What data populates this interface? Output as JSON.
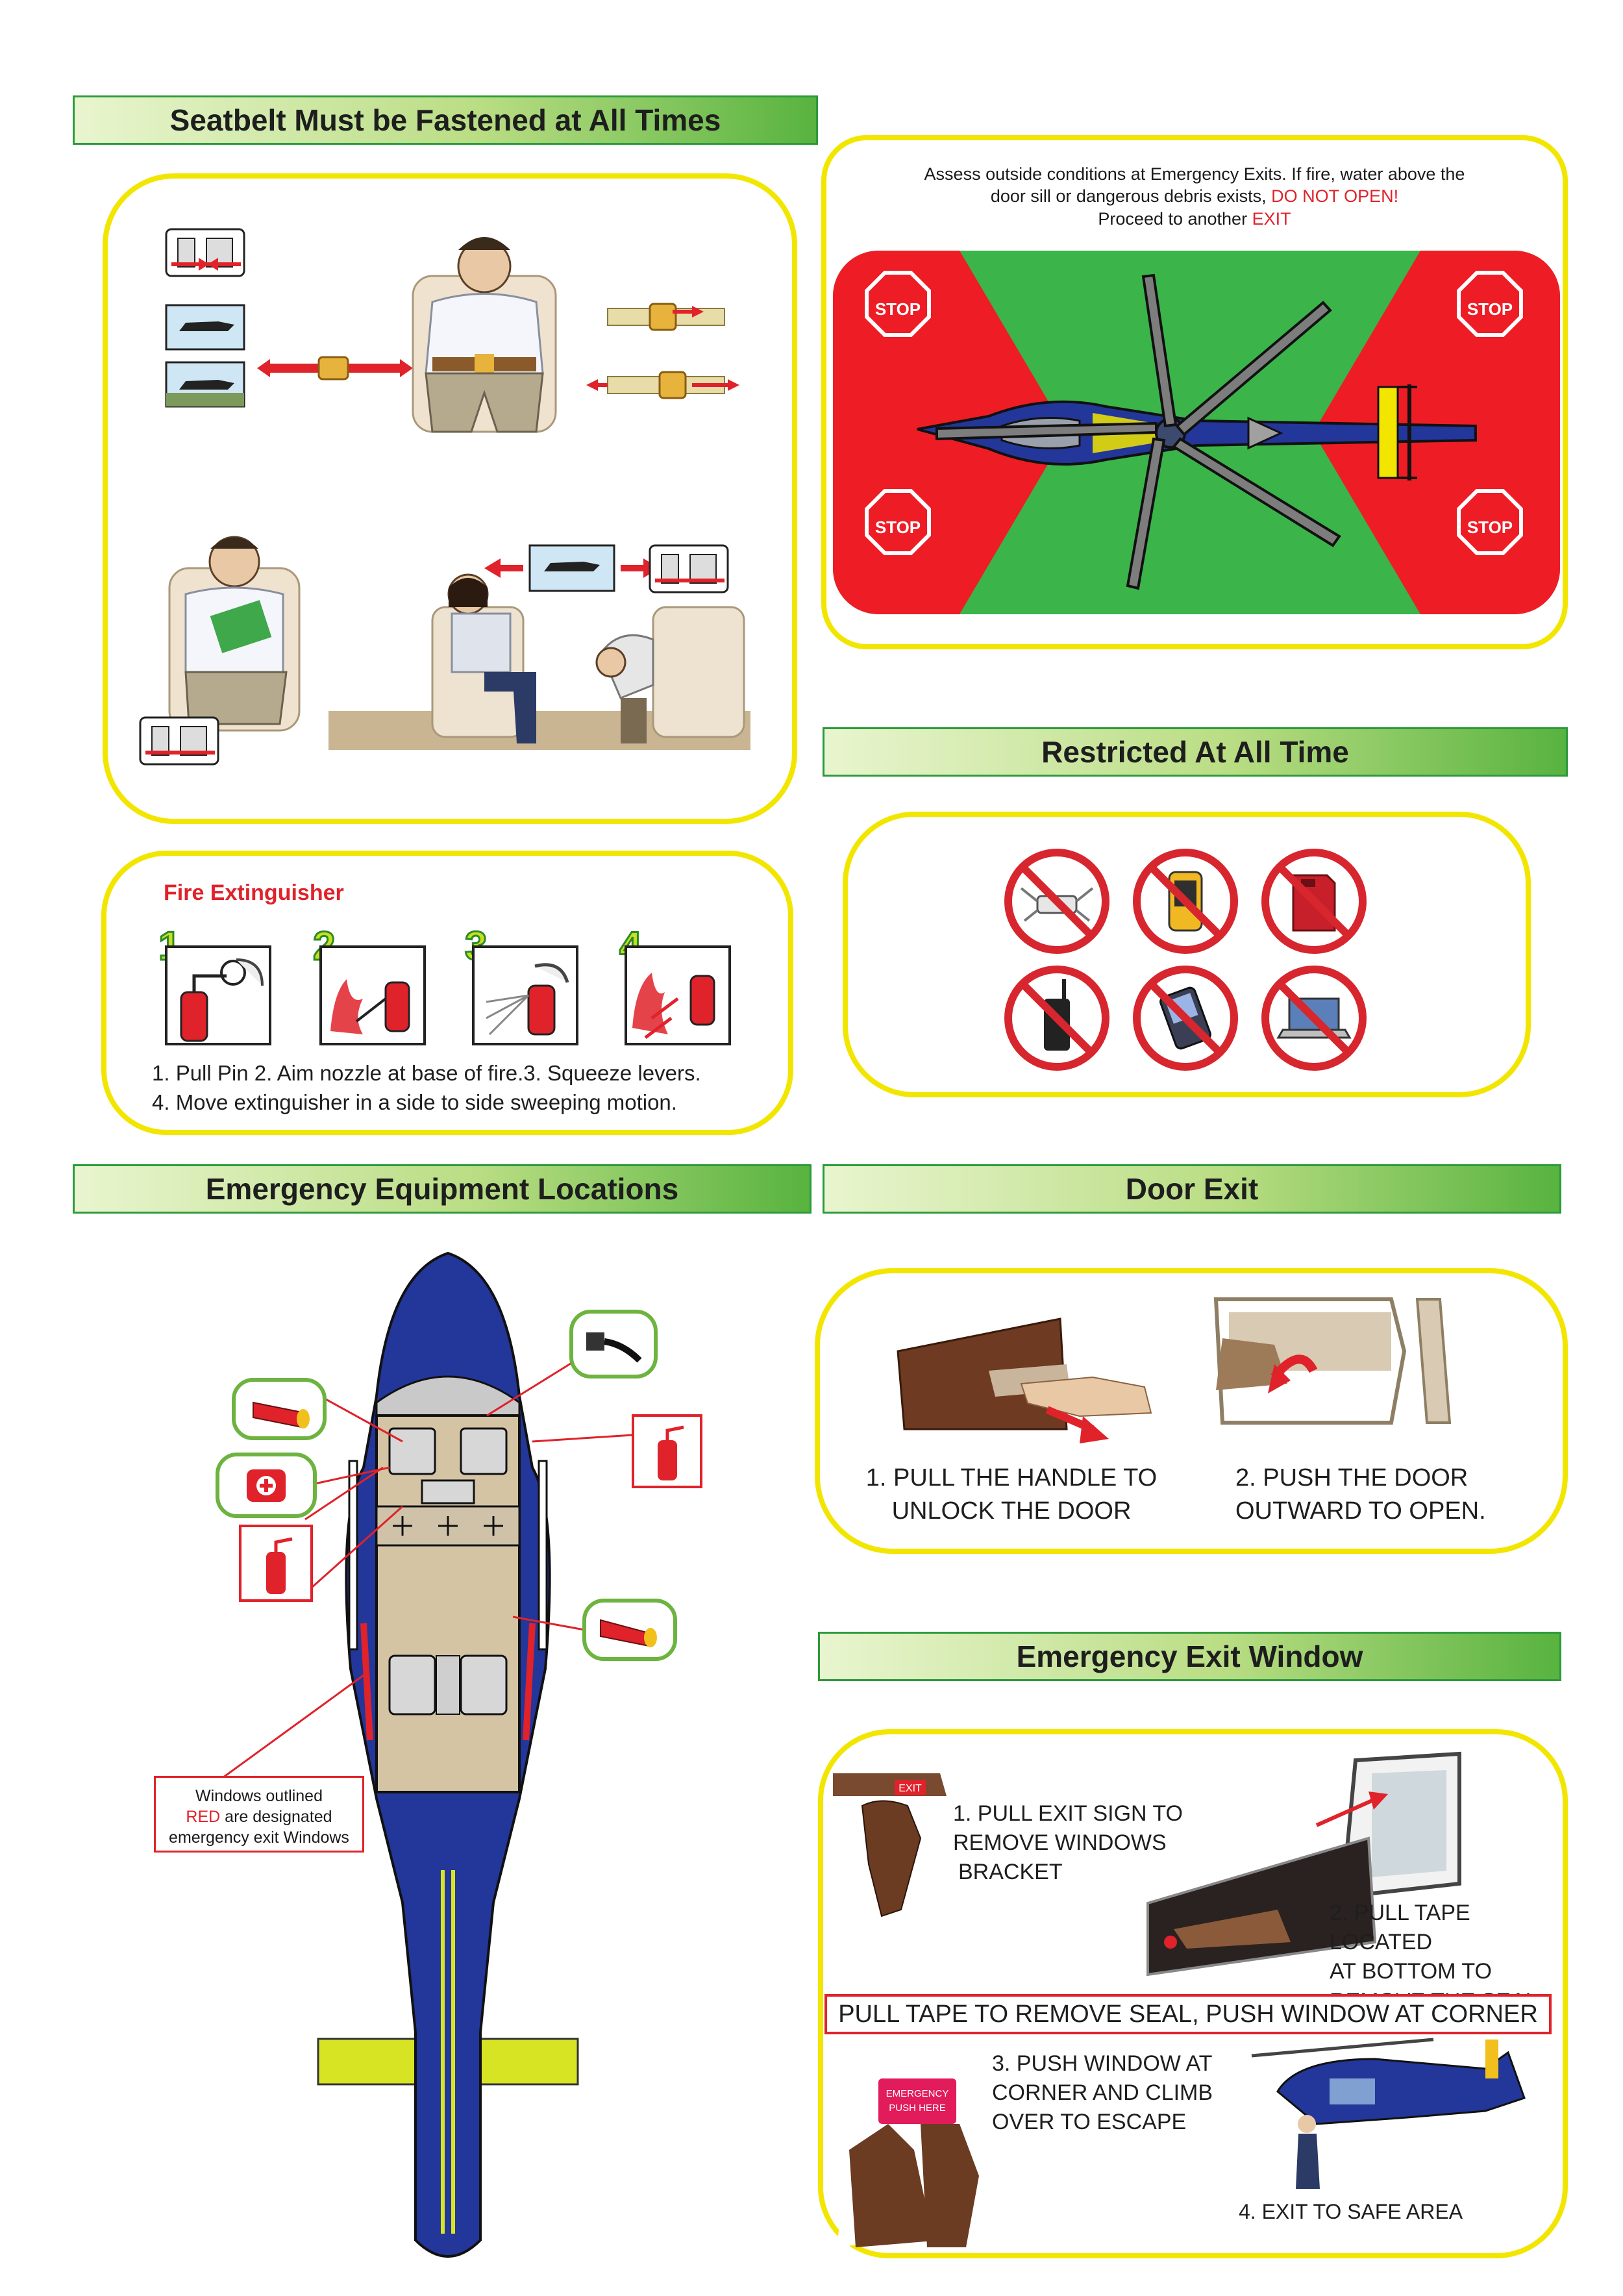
{
  "sections": {
    "seatbelt": {
      "title": "Seatbelt Must be Fastened at All Times"
    },
    "restricted": {
      "title": "Restricted At All Time"
    },
    "equipment": {
      "title": "Emergency Equipment Locations"
    },
    "door": {
      "title": "Door Exit"
    },
    "window": {
      "title": "Emergency Exit Window"
    }
  },
  "exits_warning": {
    "line1": "Assess outside conditions at Emergency Exits. If fire, water above the",
    "line2_a": "door sill or dangerous debris exists, ",
    "line2_b": "DO NOT OPEN!",
    "line3_a": "Proceed to another ",
    "line3_b": "EXIT",
    "stop_label": "STOP"
  },
  "fire_extinguisher": {
    "title": "Fire Extinguisher",
    "step_numbers": [
      "1",
      "2",
      "3",
      "4"
    ],
    "line1": "1. Pull Pin 2. Aim nozzle at base of fire.3. Squeeze levers.",
    "line2": "4. Move extinguisher in a side to side sweeping motion."
  },
  "restricted_items": [
    "drone-icon",
    "gps-device-icon",
    "fuel-can-icon",
    "radio-icon",
    "smartphone-icon",
    "laptop-icon"
  ],
  "equipment_locations": {
    "note_line1": "Windows outlined",
    "note_red": "RED",
    "note_line2_rest": " are designated",
    "note_line3": "emergency exit Windows"
  },
  "door_exit": {
    "step1_line1": "1. PULL THE HANDLE TO",
    "step1_line2": "UNLOCK THE DOOR",
    "step2_line1": "2. PUSH THE DOOR",
    "step2_line2": "OUTWARD TO OPEN."
  },
  "exit_window": {
    "exit_sign": "EXIT",
    "step1_line1": "1. PULL EXIT SIGN TO",
    "step1_line2": "REMOVE WINDOWS",
    "step1_line3": "BRACKET",
    "step2_line1": "2. PULL TAPE LOCATED",
    "step2_line2": "AT BOTTOM TO",
    "step2_line3": "REMOVE THE SEAL",
    "banner": "PULL TAPE TO REMOVE SEAL, PUSH WINDOW AT CORNER",
    "sticker_line1": "EMERGENCY",
    "sticker_line2": "PUSH HERE",
    "step3_line1": "3. PUSH WINDOW AT",
    "step3_line2": "CORNER AND CLIMB",
    "step3_line3": "OVER TO ESCAPE",
    "step4": "4. EXIT TO SAFE AREA"
  },
  "colors": {
    "accent_red": "#e0222a",
    "panel_yellow": "#f2e600",
    "header_green": "#58b33f",
    "heli_blue": "#23369a"
  }
}
